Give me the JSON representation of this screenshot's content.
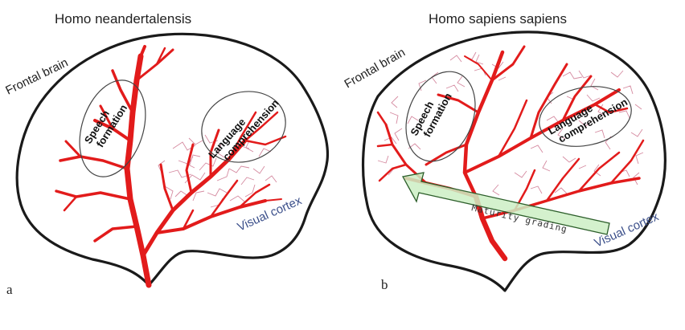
{
  "panels": [
    {
      "id": "a",
      "letter": "a",
      "title": "Homo neandertalensis",
      "frontal_label": "Frontal brain",
      "speech_label": [
        "Speech",
        "formation"
      ],
      "language_label": [
        "Language",
        "comprehension"
      ],
      "visual_label": "Visual cortex"
    },
    {
      "id": "b",
      "letter": "b",
      "title": "Homo sapiens sapiens",
      "frontal_label": "Frontal brain",
      "speech_label": [
        "Speech",
        "formation"
      ],
      "language_label": [
        "Language",
        "comprehension"
      ],
      "visual_label": "Visual cortex",
      "arrow_label": "Maturity grading"
    }
  ],
  "colors": {
    "vessel": "#e21b1b",
    "capillary": "#d58aa0",
    "outline": "#1a1a1a",
    "visual_text": "#3b4f8a",
    "arrow_fill": "#cdeec4",
    "arrow_stroke": "#2c5e2a"
  }
}
